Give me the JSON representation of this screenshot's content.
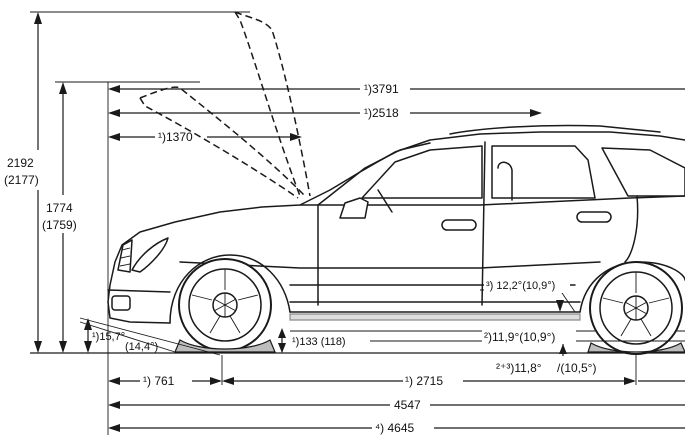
{
  "dimensions": {
    "height_total": "2192",
    "height_total_alt": "(2177)",
    "height_roof": "1774",
    "height_roof_alt": "(1759)",
    "len_3791": "¹)3791",
    "len_2518": "¹)2518",
    "len_1370": "¹)1370",
    "front_overhang": "¹) 761",
    "wheelbase": "¹) 2715",
    "length_4547": "4547",
    "length_4645": "⁴) 4645",
    "ground_clearance": "¹)133 (118)",
    "approach_angle": "¹)15,7°",
    "approach_angle_alt": "(14,4°)",
    "angle_12_2": "³) 12,2°(10,9°)",
    "angle_11_9": "²)11,9°(10,9°)",
    "angle_11_8": "²⁺³)11,8°",
    "angle_11_8_alt": "/(10,5°)"
  }
}
